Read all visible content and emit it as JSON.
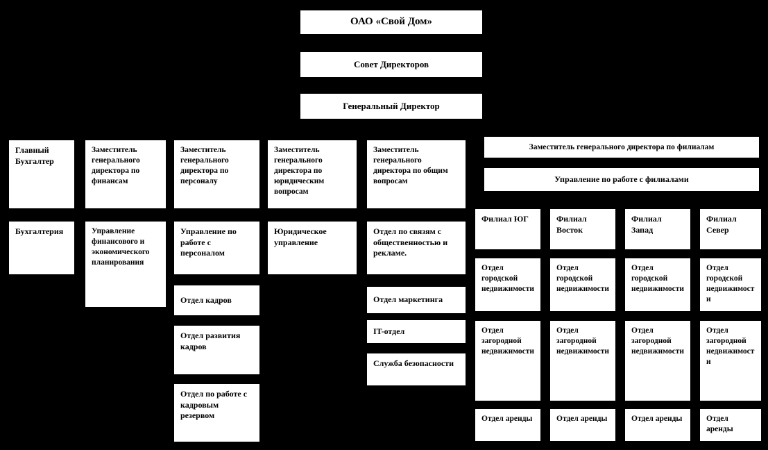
{
  "diagram": {
    "title_node": "ОАО «Свой Дом»",
    "board_node": "Совет Директоров",
    "gendir_node": "Генеральный Директор",
    "deputies": {
      "chief_accountant": "Главный Бухгалтер",
      "finance": "Заместитель генерального директора по финансам",
      "personnel": "Заместитель генерального директора по персоналу",
      "legal": "Заместитель генерального директора по юридическим вопросам",
      "general": "Заместитель генерального директора по общим вопросам",
      "branches": "Заместитель генерального директора по филиалам"
    },
    "branch_management": "Управление по работе с филиалами",
    "accounting_column": {
      "unit": "Бухгалтерия"
    },
    "finance_column": {
      "unit": "Управление финансового и экономического планирования"
    },
    "personnel_column": {
      "unit": "Управление по работе с персоналом",
      "dept_hr": "Отдел кадров",
      "dept_development": "Отдел развития кадров",
      "dept_reserve": "Отдел по работе с кадровым резервом"
    },
    "legal_column": {
      "unit": "Юридическое управление"
    },
    "general_column": {
      "dept_pr": "Отдел по связям с общественностью и рекламе.",
      "dept_marketing": "Отдел маркетинга",
      "dept_it": "IT-отдел",
      "dept_security": "Служба безопасности"
    },
    "branches_grid": {
      "row_labels": {
        "urban": "Отдел городской недвижимости",
        "country": "Отдел загородной недвижимости",
        "rent": "Отдел аренды"
      },
      "columns": [
        {
          "name": "Филиал ЮГ",
          "urban": "Отдел городской недвижимости",
          "country": "Отдел загородной недвижимости",
          "rent": "Отдел аренды"
        },
        {
          "name": "Филиал Восток",
          "urban": "Отдел городской недвижимости",
          "country": "Отдел загородной недвижимости",
          "rent": "Отдел аренды"
        },
        {
          "name": "Филиал Запад",
          "urban": "Отдел городской недвижимости",
          "country": "Отдел загородной недвижимости",
          "rent": "Отдел аренды"
        },
        {
          "name": "Филиал Север",
          "urban": "Отдел городской недвижимости",
          "country": "Отдел загородной недвижимости",
          "rent": "Отдел аренды"
        }
      ]
    },
    "colors": {
      "background": "#000000",
      "node_fill": "#ffffff",
      "node_text": "#000000"
    }
  }
}
